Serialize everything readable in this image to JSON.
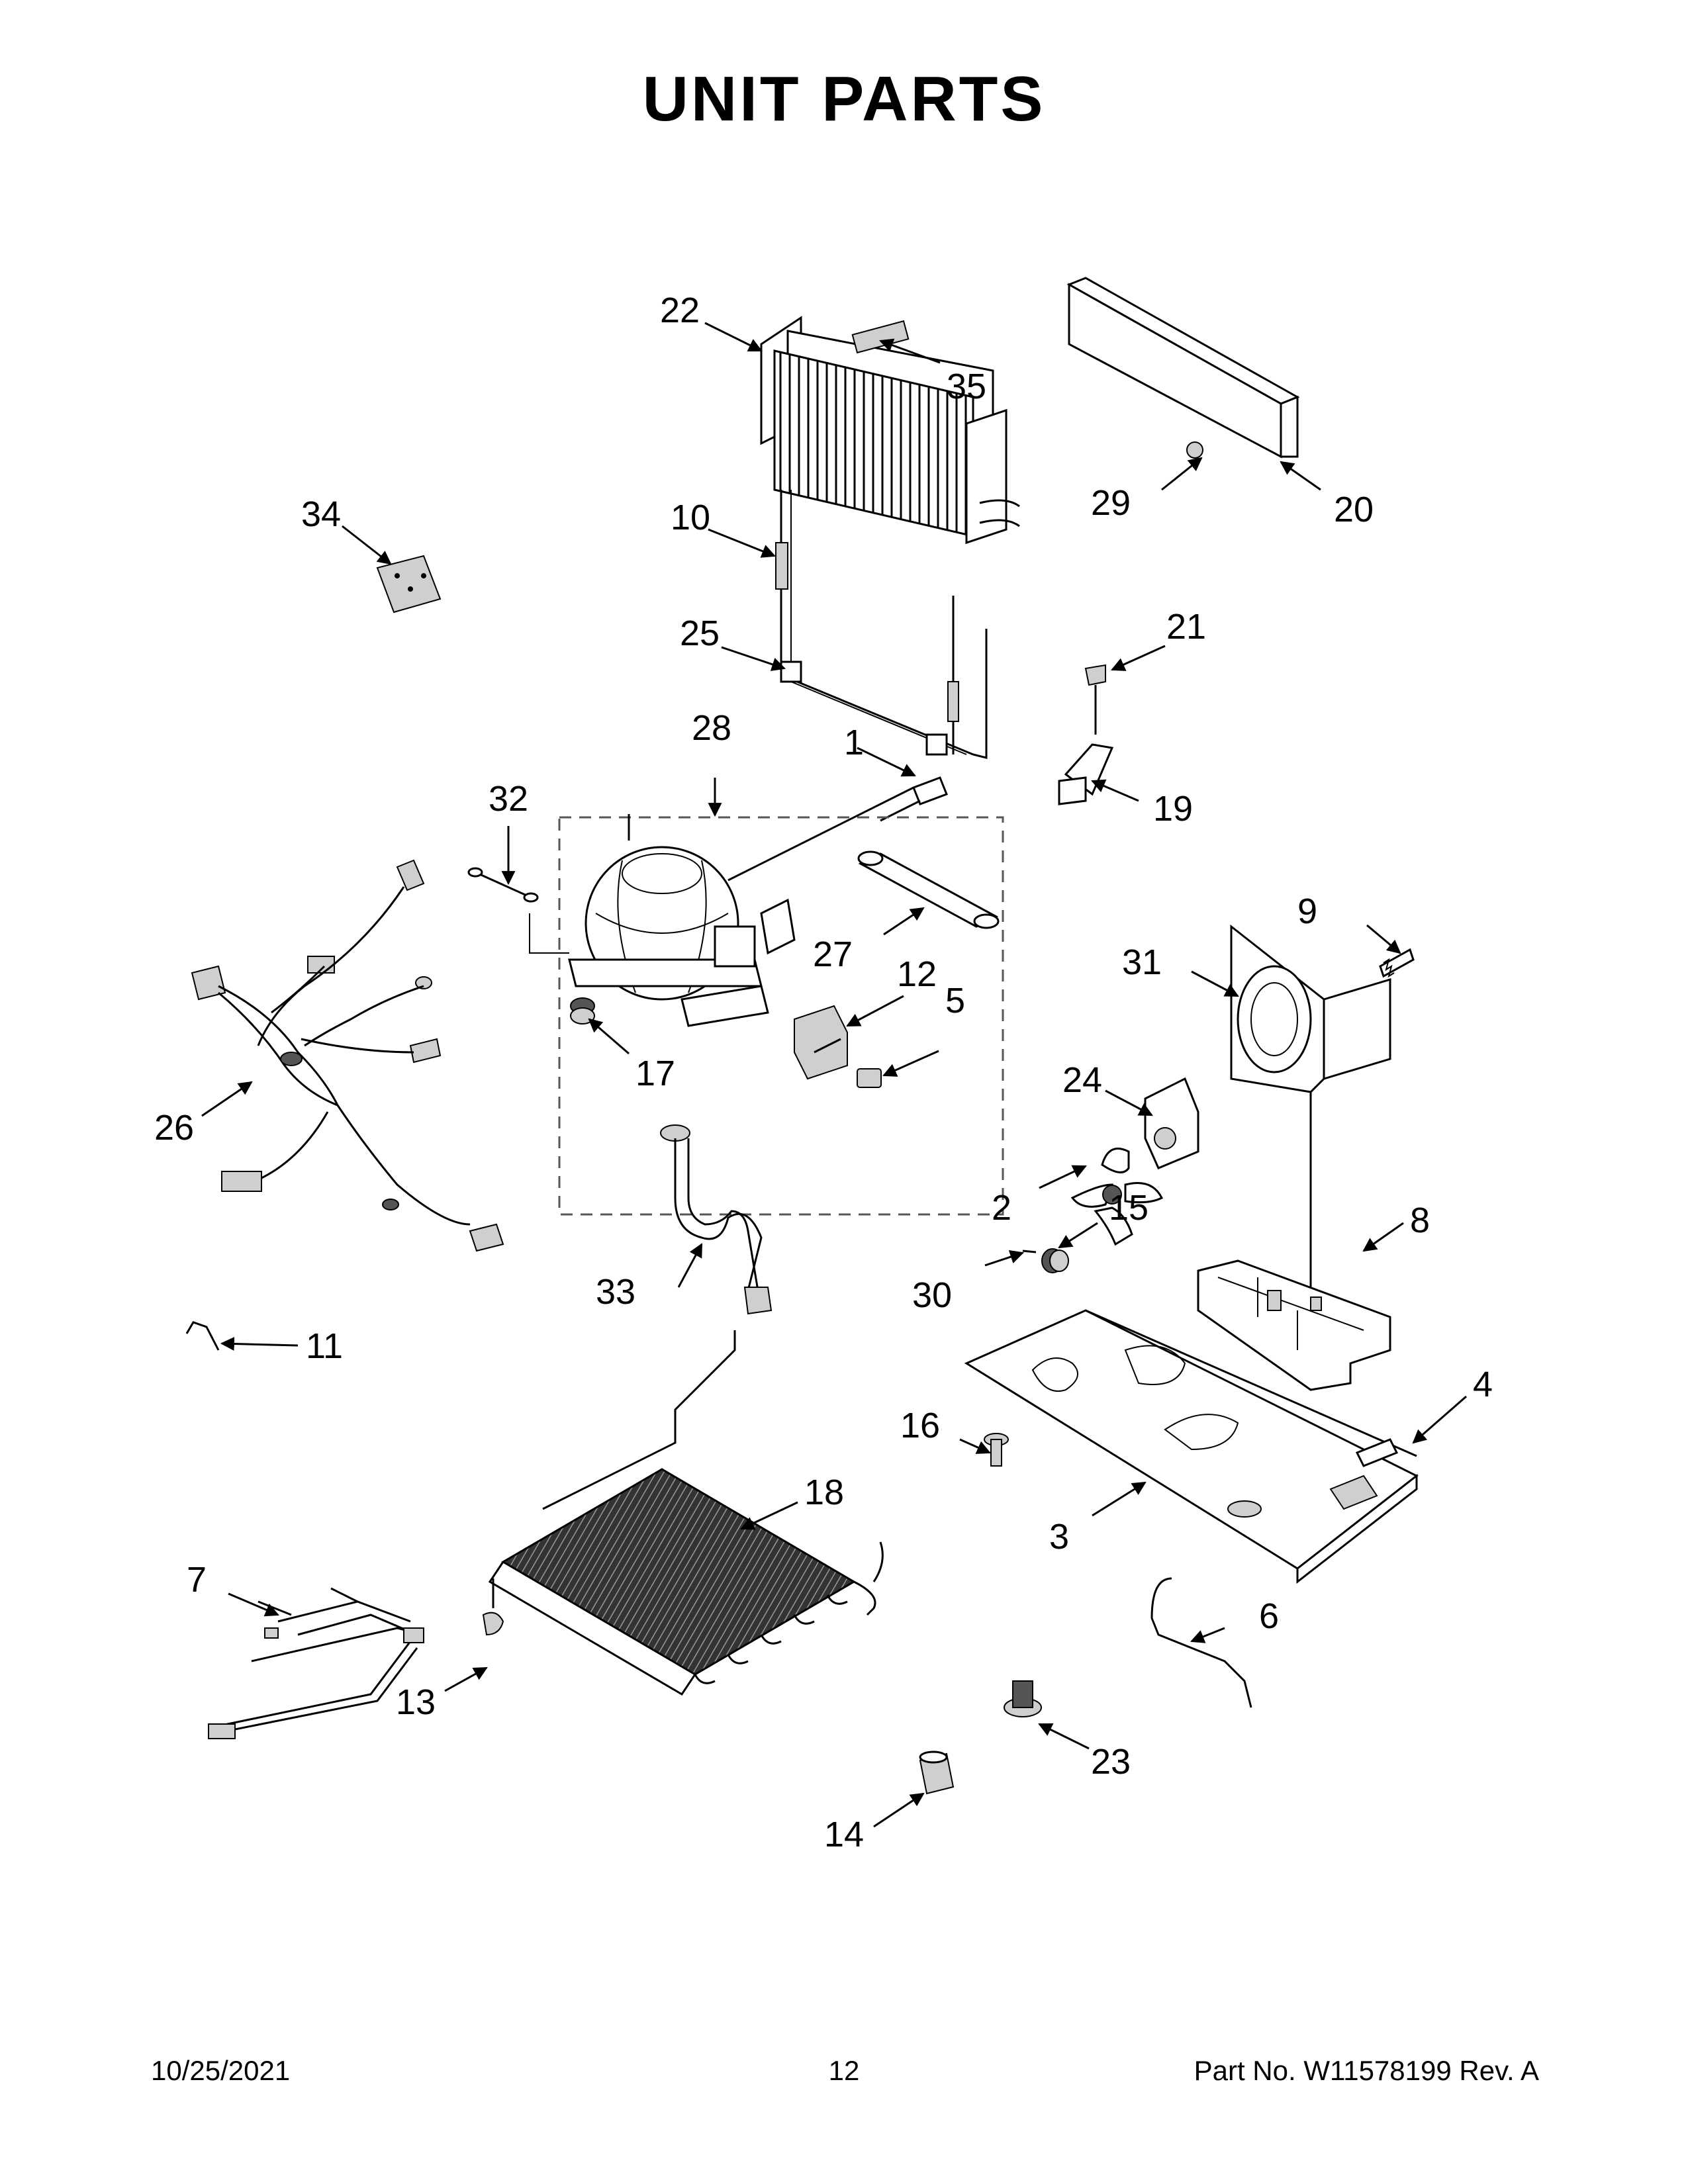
{
  "title": "UNIT  PARTS",
  "footer": {
    "date": "10/25/2021",
    "page": "12",
    "part_number": "Part No.  W11578199  Rev.  A"
  },
  "callouts": {
    "c1": "1",
    "c2": "2",
    "c3": "3",
    "c4": "4",
    "c5": "5",
    "c6": "6",
    "c7": "7",
    "c8": "8",
    "c9": "9",
    "c10": "10",
    "c11": "11",
    "c12": "12",
    "c13": "13",
    "c14": "14",
    "c15": "15",
    "c16": "16",
    "c17": "17",
    "c18": "18",
    "c19": "19",
    "c20": "20",
    "c21": "21",
    "c22": "22",
    "c23": "23",
    "c24": "24",
    "c25": "25",
    "c26": "26",
    "c27": "27",
    "c28": "28",
    "c29": "29",
    "c30": "30",
    "c31": "31",
    "c32": "32",
    "c33": "33",
    "c34": "34",
    "c35": "35"
  }
}
